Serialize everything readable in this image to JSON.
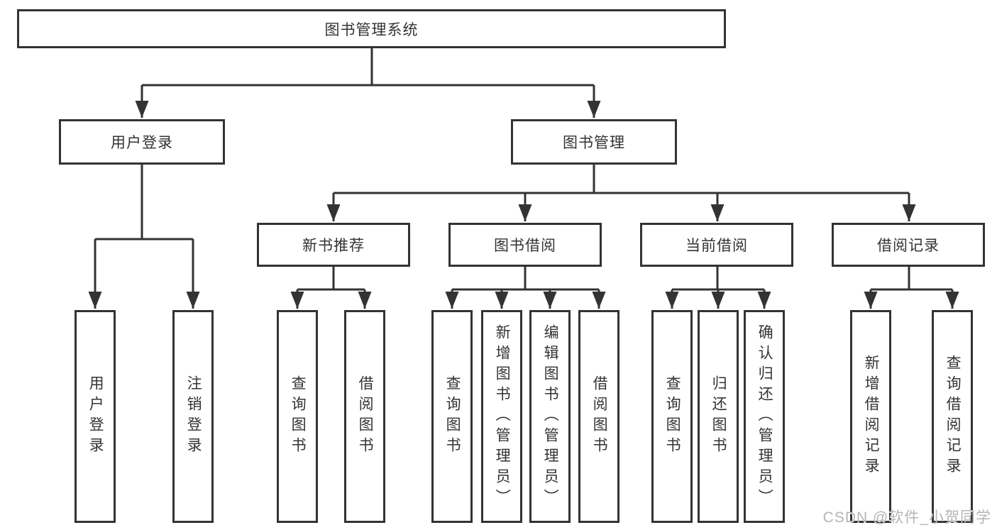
{
  "diagram": {
    "watermark": "CSDN @软件_小贺同学",
    "colors": {
      "line": "#333333",
      "text": "#333333",
      "watermark": "#b5b5b5",
      "background": "#ffffff"
    },
    "tree": {
      "label": "图书管理系统",
      "children": [
        {
          "label": "用户登录",
          "children": [
            {
              "label": "用户登录"
            },
            {
              "label": "注销登录"
            }
          ]
        },
        {
          "label": "图书管理",
          "children": [
            {
              "label": "新书推荐",
              "children": [
                {
                  "label": "查询图书"
                },
                {
                  "label": "借阅图书"
                }
              ]
            },
            {
              "label": "图书借阅",
              "children": [
                {
                  "label": "查询图书"
                },
                {
                  "label": "新增图书（管理员）"
                },
                {
                  "label": "编辑图书（管理员）"
                },
                {
                  "label": "借阅图书"
                }
              ]
            },
            {
              "label": "当前借阅",
              "children": [
                {
                  "label": "查询图书"
                },
                {
                  "label": "归还图书"
                },
                {
                  "label": "确认归还（管理员）"
                }
              ]
            },
            {
              "label": "借阅记录",
              "children": [
                {
                  "label": "新增借阅记录"
                },
                {
                  "label": "查询借阅记录"
                }
              ]
            }
          ]
        }
      ]
    }
  }
}
